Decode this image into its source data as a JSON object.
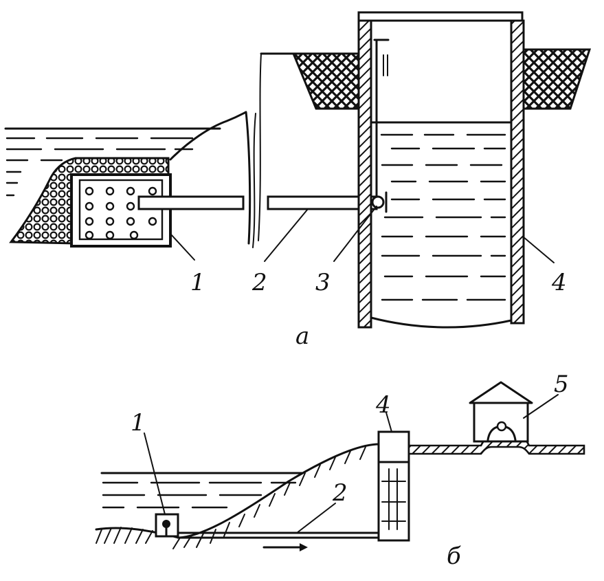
{
  "diagram_a": {
    "labels": [
      "1",
      "2",
      "3",
      "4"
    ],
    "caption": "а"
  },
  "diagram_b": {
    "labels": [
      "1",
      "2",
      "4",
      "5"
    ],
    "caption": "б"
  },
  "colors": {
    "ink": "#111111",
    "paper": "#ffffff"
  }
}
